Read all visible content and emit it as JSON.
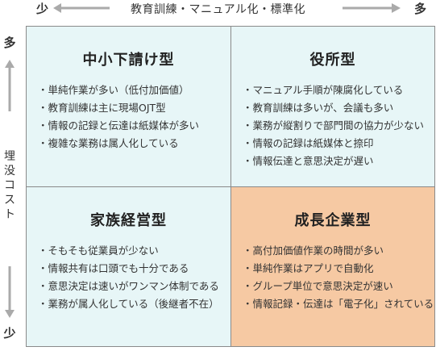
{
  "top_axis": {
    "left_label": "少",
    "title": "教育訓練・マニュアル化・標準化",
    "right_label": "多",
    "arrow_color": "#aaaaaa"
  },
  "left_axis": {
    "top_label": "多",
    "title_chars": [
      "埋",
      "没",
      "コ",
      "ス",
      "ト"
    ],
    "bottom_label": "少",
    "arrow_color": "#aaaaaa"
  },
  "quadrants": {
    "top_left": {
      "title": "中小下請け型",
      "items": [
        "・単純作業が多い（低付加価値）",
        "・教育訓練は主に現場OJT型",
        "・情報の記録と伝達は紙媒体が多い",
        "・複雑な業務は属人化している"
      ]
    },
    "top_right": {
      "title": "役所型",
      "items": [
        "・マニュアル手順が陳腐化している",
        "・教育訓練は多いが、会議も多い",
        "・業務が縦割りで部門間の協力が少ない",
        "・情報の記録は紙媒体と捺印",
        "・情報伝達と意思決定が遅い"
      ]
    },
    "bottom_left": {
      "title": "家族経営型",
      "items": [
        "・そもそも従業員が少ない",
        "・情報共有は口頭でも十分である",
        "・意思決定は速いがワンマン体制である",
        "・業務が属人化している（後継者不在）"
      ]
    },
    "bottom_right": {
      "title": "成長企業型",
      "items": [
        "・高付加価値作業の時間が多い",
        "・単純作業はアプリで自動化",
        "・グループ単位で意思決定が速い",
        "・情報記録・伝達は「電子化」されている"
      ]
    }
  },
  "colors": {
    "quadrant_light": "#e7f6f7",
    "quadrant_highlight": "#f6c9a3",
    "grid_border": "#8a8a8a"
  }
}
